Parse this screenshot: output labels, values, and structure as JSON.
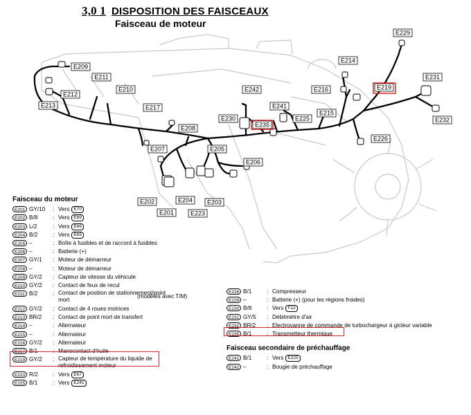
{
  "title": {
    "number": "3,0 1",
    "text": "DISPOSITION DES FAISCEAUX"
  },
  "subtitle": "Faisceau de moteur",
  "connector_labels": [
    "E229",
    "E214",
    "E209",
    "E211",
    "E210",
    "E212",
    "E213",
    "E217",
    "E208",
    "E207",
    "E205",
    "E206",
    "E202",
    "E201",
    "E204",
    "E203",
    "E223",
    "E242",
    "E241",
    "E230",
    "E235",
    "E225",
    "E216",
    "E215",
    "E219",
    "E231",
    "E232",
    "E226"
  ],
  "highlighted_connectors": [
    "E235",
    "E219"
  ],
  "left_legend": {
    "title": "Faisceau du moteur",
    "rows": [
      {
        "code": "E201",
        "color": "GY/10",
        "desc": "Vers",
        "ref": "E70"
      },
      {
        "code": "E202",
        "color": "B/8",
        "desc": "Vers",
        "ref": "E69"
      },
      {
        "code": "E203",
        "color": "L/2",
        "desc": "Vers",
        "ref": "E66"
      },
      {
        "code": "E204",
        "color": "B/2",
        "desc": "Vers",
        "ref": "E65"
      },
      {
        "code": "E205",
        "color": "–",
        "desc": "Boîte à fusibles et de raccord à fusibles",
        "ref": ""
      },
      {
        "code": "E206",
        "color": "–",
        "desc": "Batterie (+)",
        "ref": ""
      },
      {
        "code": "E207",
        "color": "GY/1",
        "desc": "Moteur de démarreur",
        "ref": ""
      },
      {
        "code": "E208",
        "color": "–",
        "desc": "Moteur de démarreur",
        "ref": ""
      },
      {
        "code": "E209",
        "color": "GY/2",
        "desc": "Capteur de vitesse du véhicule",
        "ref": ""
      },
      {
        "code": "E210",
        "color": "GY/2",
        "desc": "Contact de feux de recul",
        "ref": ""
      },
      {
        "code": "E211",
        "color": "B/2",
        "desc": "Contact de position de stationnement/point mort",
        "ref": "",
        "side": "(modèles avec T/M)",
        "tall": true
      },
      {
        "code": "E212",
        "color": "GY/2",
        "desc": "Contact de 4 roues motrices",
        "ref": ""
      },
      {
        "code": "E213",
        "color": "BR/2",
        "desc": "Contact de point mort de transfert",
        "ref": ""
      },
      {
        "code": "E214",
        "color": "–",
        "desc": "Alternateur",
        "ref": ""
      },
      {
        "code": "E215",
        "color": "–",
        "desc": "Alternateur",
        "ref": ""
      },
      {
        "code": "E216",
        "color": "GY/2",
        "desc": "Alternateur",
        "ref": ""
      },
      {
        "code": "E217",
        "color": "B/1",
        "desc": "Manocontact d'huile",
        "ref": ""
      },
      {
        "code": "E219",
        "color": "GY/2",
        "desc": "Capteur de température du liquide de refroidissement moteur",
        "ref": "",
        "tall": true
      },
      {
        "code": "E223",
        "color": "R/2",
        "desc": "Vers",
        "ref": "E67"
      },
      {
        "code": "E225",
        "color": "B/1",
        "desc": "Vers",
        "ref": "E241"
      }
    ]
  },
  "right_legend": {
    "rows": [
      {
        "code": "E226",
        "color": "B/1",
        "desc": "Compresseur",
        "ref": ""
      },
      {
        "code": "E229",
        "color": "–",
        "desc": "Batterie (+) (pour les régions froides)",
        "ref": ""
      },
      {
        "code": "E230",
        "color": "B/8",
        "desc": "Vers",
        "ref": "F12"
      },
      {
        "code": "E231",
        "color": "GY/5",
        "desc": "Débitmètre d'air",
        "ref": ""
      },
      {
        "code": "E232",
        "color": "BR/2",
        "desc": "Electrovanne de commande de turbochargeur à gicleur variable",
        "ref": ""
      },
      {
        "code": "E235",
        "color": "B/1",
        "desc": "Transmetteur thermique",
        "ref": ""
      }
    ],
    "sub_title": "Faisceau secondaire de préchauffage",
    "sub_rows": [
      {
        "code": "E241",
        "color": "B/1",
        "desc": "Vers",
        "ref": "E225"
      },
      {
        "code": "E242",
        "color": "–",
        "desc": "Bougie de préchauffage",
        "ref": ""
      }
    ]
  },
  "colors": {
    "line": "#000000",
    "highlight": "#d0262c",
    "engine_outline": "#c8c8c8"
  }
}
